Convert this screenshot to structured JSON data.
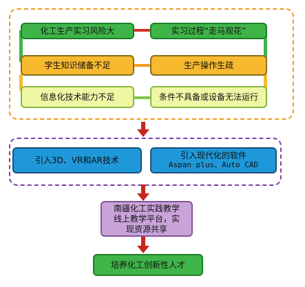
{
  "top_group": {
    "left_boxes": [
      "化工生产实习风险大",
      "学生知识储备不足",
      "信息化技术能力不足"
    ],
    "right_boxes": [
      "实习过程“走马观花”",
      "生产操作生疏",
      "条件不具备或设备无法运行"
    ]
  },
  "middle_group": {
    "left_box": "引入3D、VR和AR技术",
    "right_box_line1": "引入现代化的软件",
    "right_box_line2": "Aspan plus、Auto CAD"
  },
  "platform_box": {
    "line1": "南疆化工实践教学",
    "line2": "线上教学平台，实",
    "line3": "现资源共享"
  },
  "result_box": "培养化工创新性人才",
  "colors": {
    "frame_orange": "#f39a1e",
    "frame_purple": "#7d3fa8",
    "arrow_red": "#c8251f",
    "green": "#3fb449",
    "yellow": "#f7b92e",
    "lime": "#eef7a4",
    "blue": "#1e98d9",
    "lilac": "#c9a3d9"
  }
}
